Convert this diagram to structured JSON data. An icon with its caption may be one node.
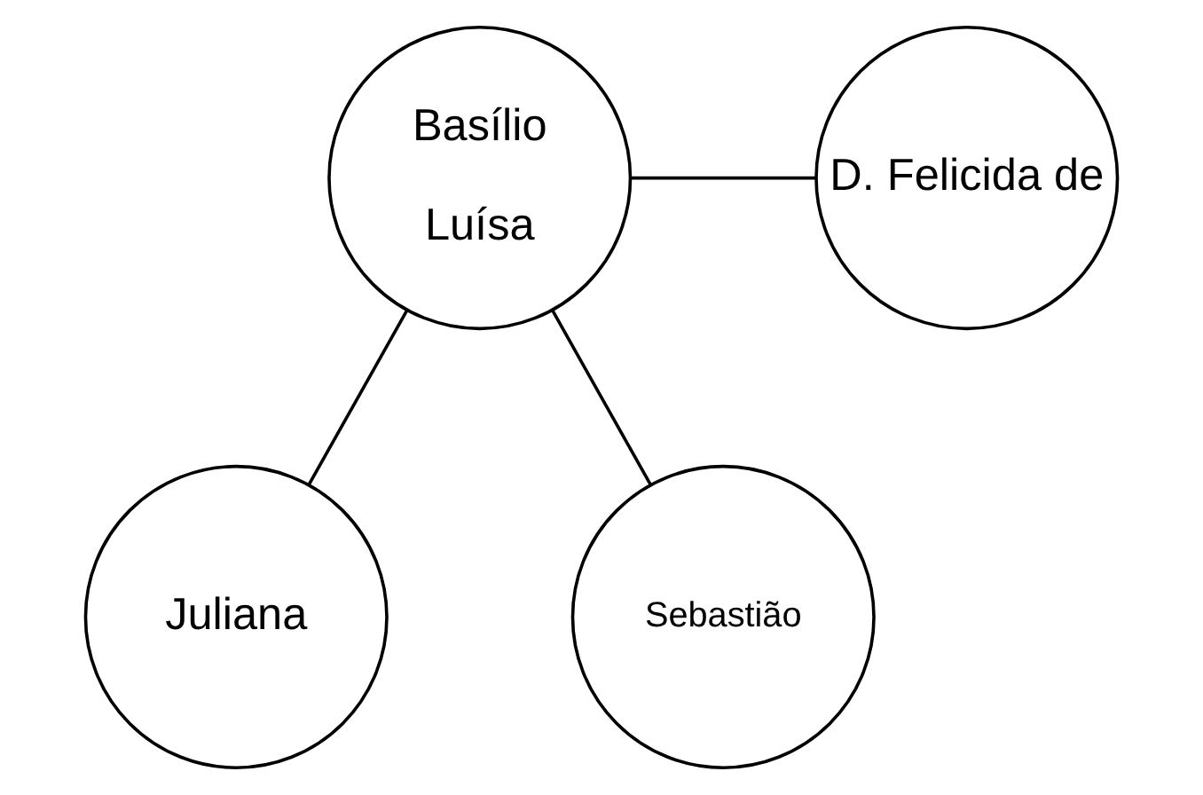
{
  "diagram": {
    "nodes": [
      {
        "text": [
          "Basílio",
          "Luísa"
        ]
      },
      {
        "text": [
          "D. Felicida de"
        ]
      },
      {
        "text": [
          "Juliana"
        ]
      },
      {
        "text": [
          "Sebastião"
        ]
      }
    ],
    "edges": [
      {
        "from": 0,
        "to": 1,
        "arrow": "none"
      },
      {
        "from": 0,
        "to": 2,
        "arrow": "none"
      },
      {
        "from": 0,
        "to": 3,
        "arrow": "none"
      }
    ]
  }
}
